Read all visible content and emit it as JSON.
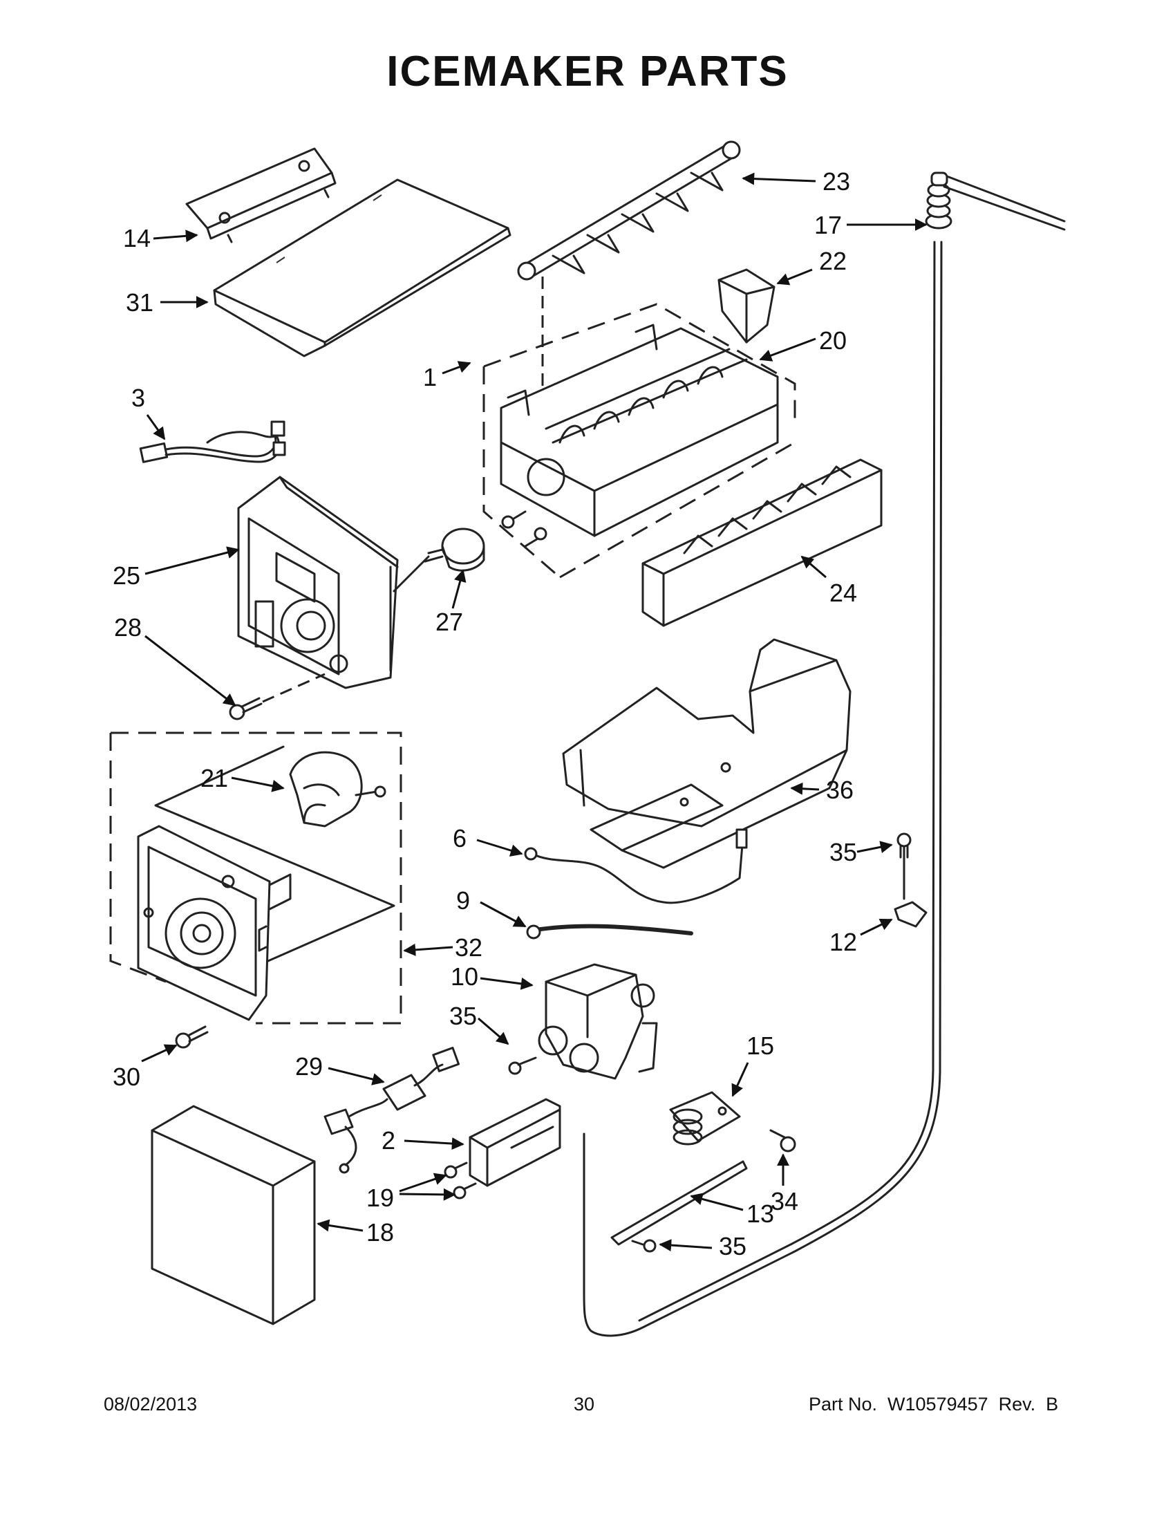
{
  "title": "ICEMAKER PARTS",
  "footer": {
    "date": "08/02/2013",
    "page": "30",
    "part_number": "Part No.  W10579457  Rev.  B"
  },
  "callouts": [
    {
      "id": "c14",
      "label": "14"
    },
    {
      "id": "c31",
      "label": "31"
    },
    {
      "id": "c3",
      "label": "3"
    },
    {
      "id": "c25",
      "label": "25"
    },
    {
      "id": "c28",
      "label": "28"
    },
    {
      "id": "c21",
      "label": "21"
    },
    {
      "id": "c32",
      "label": "32"
    },
    {
      "id": "c30",
      "label": "30"
    },
    {
      "id": "c29",
      "label": "29"
    },
    {
      "id": "c2",
      "label": "2"
    },
    {
      "id": "c19",
      "label": "19"
    },
    {
      "id": "c18",
      "label": "18"
    },
    {
      "id": "c1",
      "label": "1"
    },
    {
      "id": "c23",
      "label": "23"
    },
    {
      "id": "c22",
      "label": "22"
    },
    {
      "id": "c20",
      "label": "20"
    },
    {
      "id": "c24",
      "label": "24"
    },
    {
      "id": "c27",
      "label": "27"
    },
    {
      "id": "c36",
      "label": "36"
    },
    {
      "id": "c6",
      "label": "6"
    },
    {
      "id": "c9",
      "label": "9"
    },
    {
      "id": "c10",
      "label": "10"
    },
    {
      "id": "c35a",
      "label": "35"
    },
    {
      "id": "c35b",
      "label": "35"
    },
    {
      "id": "c35c",
      "label": "35"
    },
    {
      "id": "c17",
      "label": "17"
    },
    {
      "id": "c12",
      "label": "12"
    },
    {
      "id": "c15",
      "label": "15"
    },
    {
      "id": "c34",
      "label": "34"
    },
    {
      "id": "c13",
      "label": "13"
    }
  ]
}
